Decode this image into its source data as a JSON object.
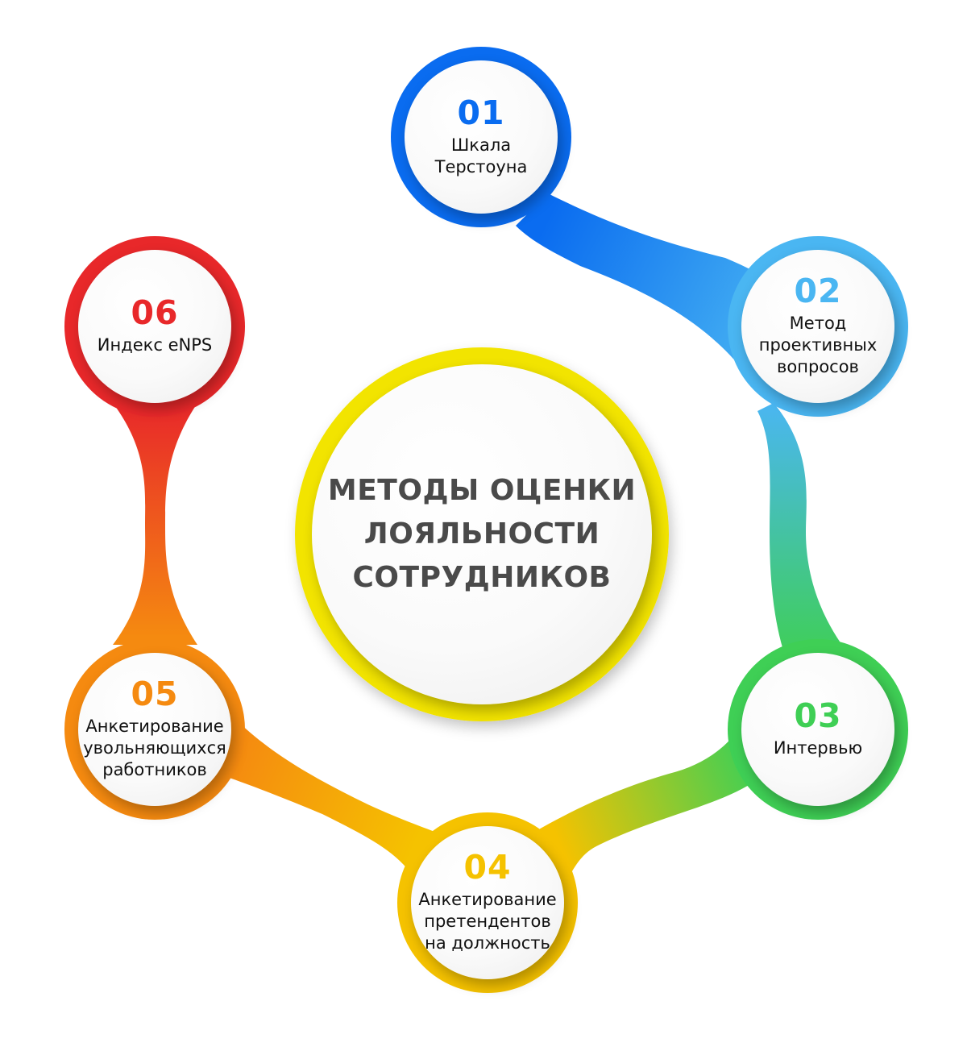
{
  "center": {
    "title": "МЕТОДЫ ОЦЕНКИ\nЛОЯЛЬНОСТИ\nСОТРУДНИКОВ",
    "ring_color": "#f2e400"
  },
  "nodes": [
    {
      "number": "01",
      "label": "Шкала\nТерстоуна",
      "color": "#0a6cf0"
    },
    {
      "number": "02",
      "label": "Метод\nпроективных\nвопросов",
      "color": "#4ab6f2"
    },
    {
      "number": "03",
      "label": "Интервью",
      "color": "#3fcf55"
    },
    {
      "number": "04",
      "label": "Анкетирование\nпретендентов\nна должность",
      "color": "#f5c200"
    },
    {
      "number": "05",
      "label": "Анкетирование\nувольняющихся\nработников",
      "color": "#f58a10"
    },
    {
      "number": "06",
      "label": "Индекс eNPS",
      "color": "#e8282a"
    }
  ],
  "connector_colors": {
    "c01_02": [
      "#0a6cf0",
      "#4ab6f2"
    ],
    "c02_03": [
      "#4ab6f2",
      "#3fcf55"
    ],
    "c03_04": [
      "#3fcf55",
      "#f5c200"
    ],
    "c04_05": [
      "#f5c200",
      "#f58a10"
    ],
    "c05_06": [
      "#f58a10",
      "#e8282a"
    ]
  }
}
